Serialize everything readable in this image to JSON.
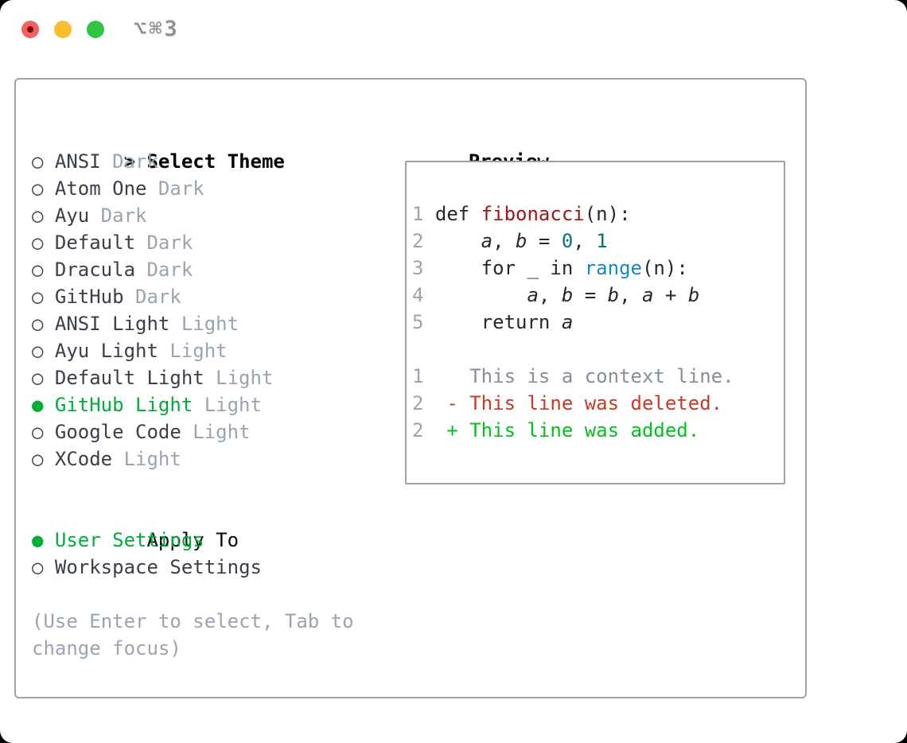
{
  "window": {
    "title": "⌥⌘3"
  },
  "colors": {
    "accent_green": "#00AC3A",
    "added_green": "#00C21D",
    "deleted_red": "#C93A26",
    "function_red": "#A31515",
    "number_teal": "#00737D",
    "call_blue": "#1787C8",
    "muted_gray": "#9AA4B1",
    "context_gray": "#868E98",
    "text_dark": "#3A4049",
    "code_dark": "#24292E",
    "border_gray": "#9AA2AE"
  },
  "theme_panel": {
    "header": {
      "prefix": ">",
      "label": "Select Theme"
    },
    "markers": {
      "unselected": "○",
      "selected": "●"
    },
    "themes": [
      {
        "name": "ANSI",
        "tag": "Dark",
        "selected": false
      },
      {
        "name": "Atom One",
        "tag": "Dark",
        "selected": false
      },
      {
        "name": "Ayu",
        "tag": "Dark",
        "selected": false
      },
      {
        "name": "Default",
        "tag": "Dark",
        "selected": false
      },
      {
        "name": "Dracula",
        "tag": "Dark",
        "selected": false
      },
      {
        "name": "GitHub",
        "tag": "Dark",
        "selected": false
      },
      {
        "name": "ANSI Light",
        "tag": "Light",
        "selected": false
      },
      {
        "name": "Ayu Light",
        "tag": "Light",
        "selected": false
      },
      {
        "name": "Default Light",
        "tag": "Light",
        "selected": false
      },
      {
        "name": "GitHub Light",
        "tag": "Light",
        "selected": true
      },
      {
        "name": "Google Code",
        "tag": "Light",
        "selected": false
      },
      {
        "name": "XCode",
        "tag": "Light",
        "selected": false
      }
    ],
    "apply_to": {
      "label": "Apply To",
      "options": [
        {
          "name": "User Settings",
          "selected": true
        },
        {
          "name": "Workspace Settings",
          "selected": false
        }
      ]
    },
    "hint_lines": [
      "(Use Enter to select, Tab to",
      "change focus)"
    ]
  },
  "preview": {
    "label": "Preview",
    "code_lines": [
      {
        "num": "1",
        "tokens": [
          {
            "t": "def ",
            "c": "plain"
          },
          {
            "t": "fibonacci",
            "c": "fn"
          },
          {
            "t": "(n):",
            "c": "plain"
          }
        ]
      },
      {
        "num": "2",
        "tokens": [
          {
            "t": "    ",
            "c": "plain"
          },
          {
            "t": "a",
            "c": "var"
          },
          {
            "t": ", ",
            "c": "plain"
          },
          {
            "t": "b",
            "c": "var"
          },
          {
            "t": " = ",
            "c": "plain"
          },
          {
            "t": "0",
            "c": "num"
          },
          {
            "t": ", ",
            "c": "plain"
          },
          {
            "t": "1",
            "c": "num"
          }
        ]
      },
      {
        "num": "3",
        "tokens": [
          {
            "t": "    for _ in ",
            "c": "plain"
          },
          {
            "t": "range",
            "c": "call"
          },
          {
            "t": "(n):",
            "c": "plain"
          }
        ]
      },
      {
        "num": "4",
        "tokens": [
          {
            "t": "        ",
            "c": "plain"
          },
          {
            "t": "a",
            "c": "var"
          },
          {
            "t": ", ",
            "c": "plain"
          },
          {
            "t": "b",
            "c": "var"
          },
          {
            "t": " = ",
            "c": "plain"
          },
          {
            "t": "b",
            "c": "var"
          },
          {
            "t": ", ",
            "c": "plain"
          },
          {
            "t": "a",
            "c": "var"
          },
          {
            "t": " + ",
            "c": "plain"
          },
          {
            "t": "b",
            "c": "var"
          }
        ]
      },
      {
        "num": "5",
        "tokens": [
          {
            "t": "    return ",
            "c": "plain"
          },
          {
            "t": "a",
            "c": "var"
          }
        ]
      }
    ],
    "diff_lines": [
      {
        "num": "1",
        "tokens": [
          {
            "t": "   This is a context line.",
            "c": "ctx"
          }
        ]
      },
      {
        "num": "2",
        "tokens": [
          {
            "t": " - This line was deleted.",
            "c": "del"
          }
        ]
      },
      {
        "num": "2",
        "tokens": [
          {
            "t": " + This line was added.",
            "c": "add"
          }
        ]
      }
    ]
  }
}
